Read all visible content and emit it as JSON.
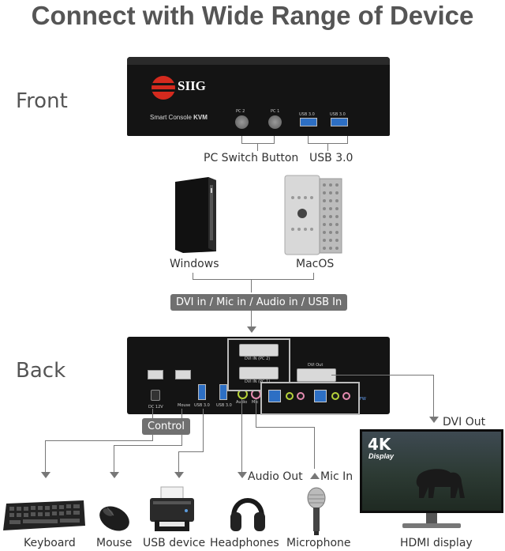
{
  "title": "Connect with Wide Range of Device",
  "front": {
    "heading": "Front",
    "brand": "SIIG",
    "product_prefix": "Smart Console",
    "product_bold": "KVM",
    "pc2": "PC 2",
    "pc1": "PC 1",
    "usb_tag": "USB 3.0",
    "pc_switch_label": "PC Switch Button",
    "usb_label": "USB 3.0"
  },
  "computers": {
    "windows": "Windows",
    "macos": "MacOS",
    "inputs_label": "DVI in / Mic in / Audio in / USB In"
  },
  "back": {
    "heading": "Back",
    "control_label": "Control",
    "dvi_out_tag": "DVI Out",
    "dvi_in_pc1": "DVI IN (PC 1)",
    "dvi_in_pc2": "DVI IN (PC 2)",
    "dc_tag": "DC 12V",
    "mouse_tag": "Mouse",
    "usb_tag": "USB 3.0",
    "audio_tag": "Audio",
    "mic_tag": "Mic",
    "fw_tag": "FW"
  },
  "outputs": {
    "dvi_out": "DVI Out",
    "audio_out": "Audio Out",
    "mic_in": "Mic In",
    "keyboard": "Keyboard",
    "mouse": "Mouse",
    "usb_device": "USB device",
    "headphones": "Headphones",
    "microphone": "Microphone",
    "hdmi_display": "HDMI display",
    "display_badge_big": "4K",
    "display_badge_small": "Display"
  },
  "colors": {
    "title": "#555555",
    "kvm_body": "#141414",
    "logo_red": "#d42a1e",
    "usb_blue": "#2d6fc4",
    "pill_gray": "#707070"
  }
}
